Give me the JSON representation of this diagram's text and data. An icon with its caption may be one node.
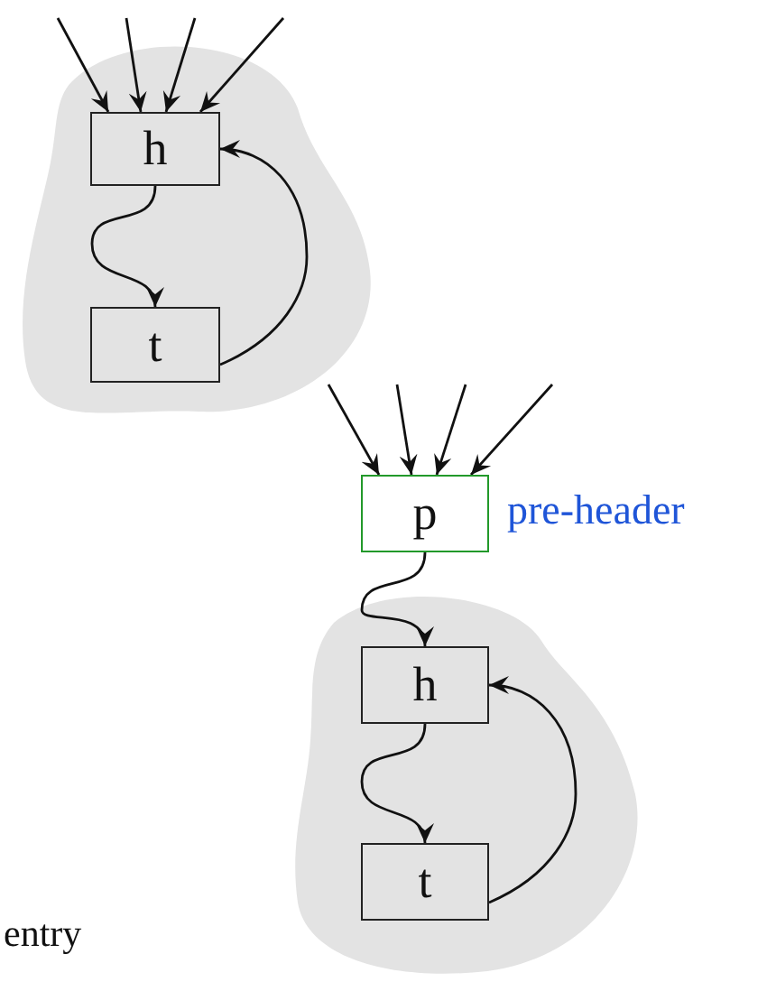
{
  "diagram": {
    "nodes": [
      {
        "text": [
          "h"
        ]
      },
      {
        "text": [
          "t"
        ]
      },
      {
        "text": [
          "p"
        ],
        "beside": [
          "pre-header"
        ]
      },
      {
        "text": [
          "h"
        ]
      },
      {
        "text": [
          "t"
        ]
      }
    ],
    "edges": [
      {
        "from": null,
        "to": 0,
        "arrow": "to"
      },
      {
        "from": null,
        "to": 0,
        "arrow": "to"
      },
      {
        "from": null,
        "to": 0,
        "arrow": "to"
      },
      {
        "from": null,
        "to": 0,
        "arrow": "to"
      },
      {
        "from": 0,
        "to": 1,
        "arrow": "to"
      },
      {
        "from": 1,
        "to": 0,
        "arrow": "to"
      },
      {
        "from": null,
        "to": 2,
        "arrow": "to"
      },
      {
        "from": null,
        "to": 2,
        "arrow": "to"
      },
      {
        "from": null,
        "to": 2,
        "arrow": "to"
      },
      {
        "from": null,
        "to": 2,
        "arrow": "to"
      },
      {
        "from": 2,
        "to": 3,
        "arrow": "to"
      },
      {
        "from": 3,
        "to": 4,
        "arrow": "to"
      },
      {
        "from": 4,
        "to": 3,
        "arrow": "to"
      }
    ],
    "labels": [
      "entry"
    ]
  }
}
